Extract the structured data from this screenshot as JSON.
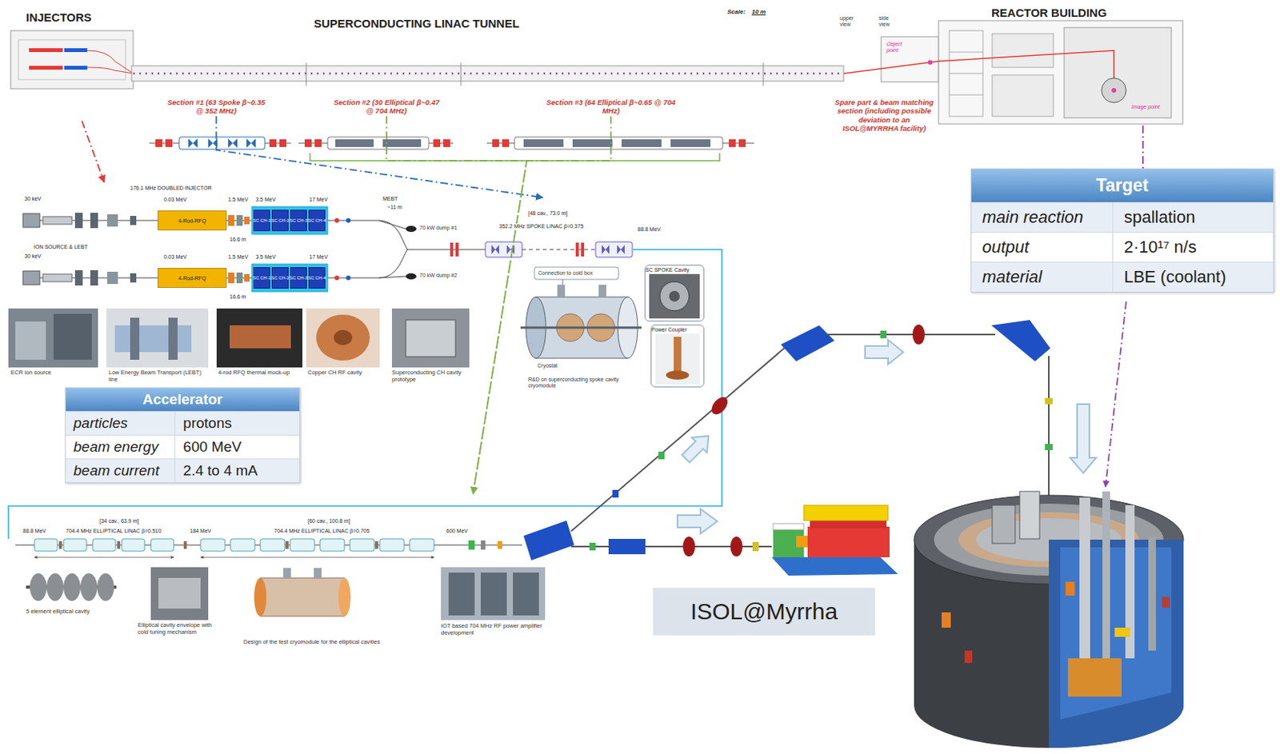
{
  "diagram": {
    "nodes": [
      {
        "text": [
          "INJECTORS"
        ]
      },
      {
        "text": [
          "Section #1 (63 Spoke β~0.35 @ 352 MHz)"
        ]
      },
      {
        "text": [
          "Section #2 (30 Elliptical β~0.47 @ 704 MHz)"
        ]
      },
      {
        "text": [
          "Section #3 (64 Elliptical β~0.65 @ 704 MHz)"
        ]
      },
      {
        "text": [
          "Spare part & beam matching section (including possible deviation to an ISOL@MYRRHA facility)"
        ]
      },
      {
        "text": [
          "REACTOR BUILDING"
        ]
      },
      {
        "text": [
          "176.1 MHz DOUBLED INJECTOR"
        ]
      },
      {
        "text": [
          "4-Rod-RFQ"
        ],
        "in": 6
      },
      {
        "text": [
          "SC CH-1"
        ],
        "in": 6
      },
      {
        "text": [
          "SC CH-2"
        ],
        "in": 6
      },
      {
        "text": [
          "SC CH-3"
        ],
        "in": 6
      },
      {
        "text": [
          "SC CH-4"
        ],
        "in": 6
      },
      {
        "text": [
          "4-Rod-RFQ"
        ],
        "in": 6
      },
      {
        "text": [
          "SC CH-1"
        ],
        "in": 6
      },
      {
        "text": [
          "SC CH-2"
        ],
        "in": 6
      },
      {
        "text": [
          "SC CH-3"
        ],
        "in": 6
      },
      {
        "text": [
          "SC CH-4"
        ],
        "in": 6
      },
      {
        "text": [
          "[48 cav., 73.0 m]",
          "352.2 MHz SPOKE LINAC β=0.375"
        ]
      },
      {
        "text": [
          "SC SPOKE Cavity"
        ],
        "in": 17
      },
      {
        "text": [
          "Power Coupler"
        ],
        "in": 17
      },
      {
        "text": [
          "Target",
          "main reaction",
          "spallation",
          "output",
          "2·10¹⁷ n/s",
          "material",
          "LBE (coolant)"
        ]
      },
      {
        "text": [
          "Accelerator",
          "particles",
          "protons",
          "beam energy",
          "600 MeV",
          "beam current",
          "2.4 to 4 mA"
        ]
      },
      {
        "text": [
          "[34 cav., 63.9 m]",
          "704.4 MHz ELLIPTICAL LINAC β=0.510",
          "[60 cav., 100.8 m]",
          "704.4 MHz ELLIPTICAL LINAC β=0.705"
        ]
      },
      {
        "text": [
          "ISOL@Myrrha"
        ]
      }
    ],
    "edges": [
      {
        "from": 0,
        "to": 6,
        "arrow": "to"
      },
      {
        "from": 1,
        "to": 17,
        "arrow": "to"
      },
      {
        "from": 2,
        "to": 22,
        "arrow": "to"
      },
      {
        "from": 3,
        "to": 22,
        "arrow": "to"
      },
      {
        "from": 5,
        "to": 20,
        "arrow": "none"
      }
    ],
    "labels": [
      "SUPERCONDUCTING LINAC TUNNEL",
      "Scale:",
      "10 m",
      "upper view",
      "side view",
      "Object point",
      "Image point",
      "30 keV",
      "0.03 MeV",
      "1.5 MeV",
      "3.5 MeV",
      "17 MeV",
      "ION SOURCE & LEBT",
      "16.6 m",
      "30 keV",
      "0.03 MeV",
      "1.5 MeV",
      "3.5 MeV",
      "17 MeV",
      "16.6 m",
      "MEBT",
      "~11 m",
      "70 kW dump #1",
      "70 kW dump #2",
      "ECR Ion source",
      "Low Energy Beam Transport (LEBT) line",
      "4-rod RFQ thermal mock-up",
      "Copper CH RF cavity",
      "Superconducting CH cavity prototype",
      "88.8 MeV",
      "Connection to cold box",
      "Cryostat",
      "R&D on superconducting spoke cavity cryomodule",
      "88.8 MeV",
      "184 MeV",
      "600 MeV",
      "5 element elliptical cavity",
      "Elliptical cavity envelope with cold tuning mechanism",
      "Design of the test cryomodule for the elliptical cavities",
      "IOT based 704 MHz RF power amplifier development"
    ]
  }
}
